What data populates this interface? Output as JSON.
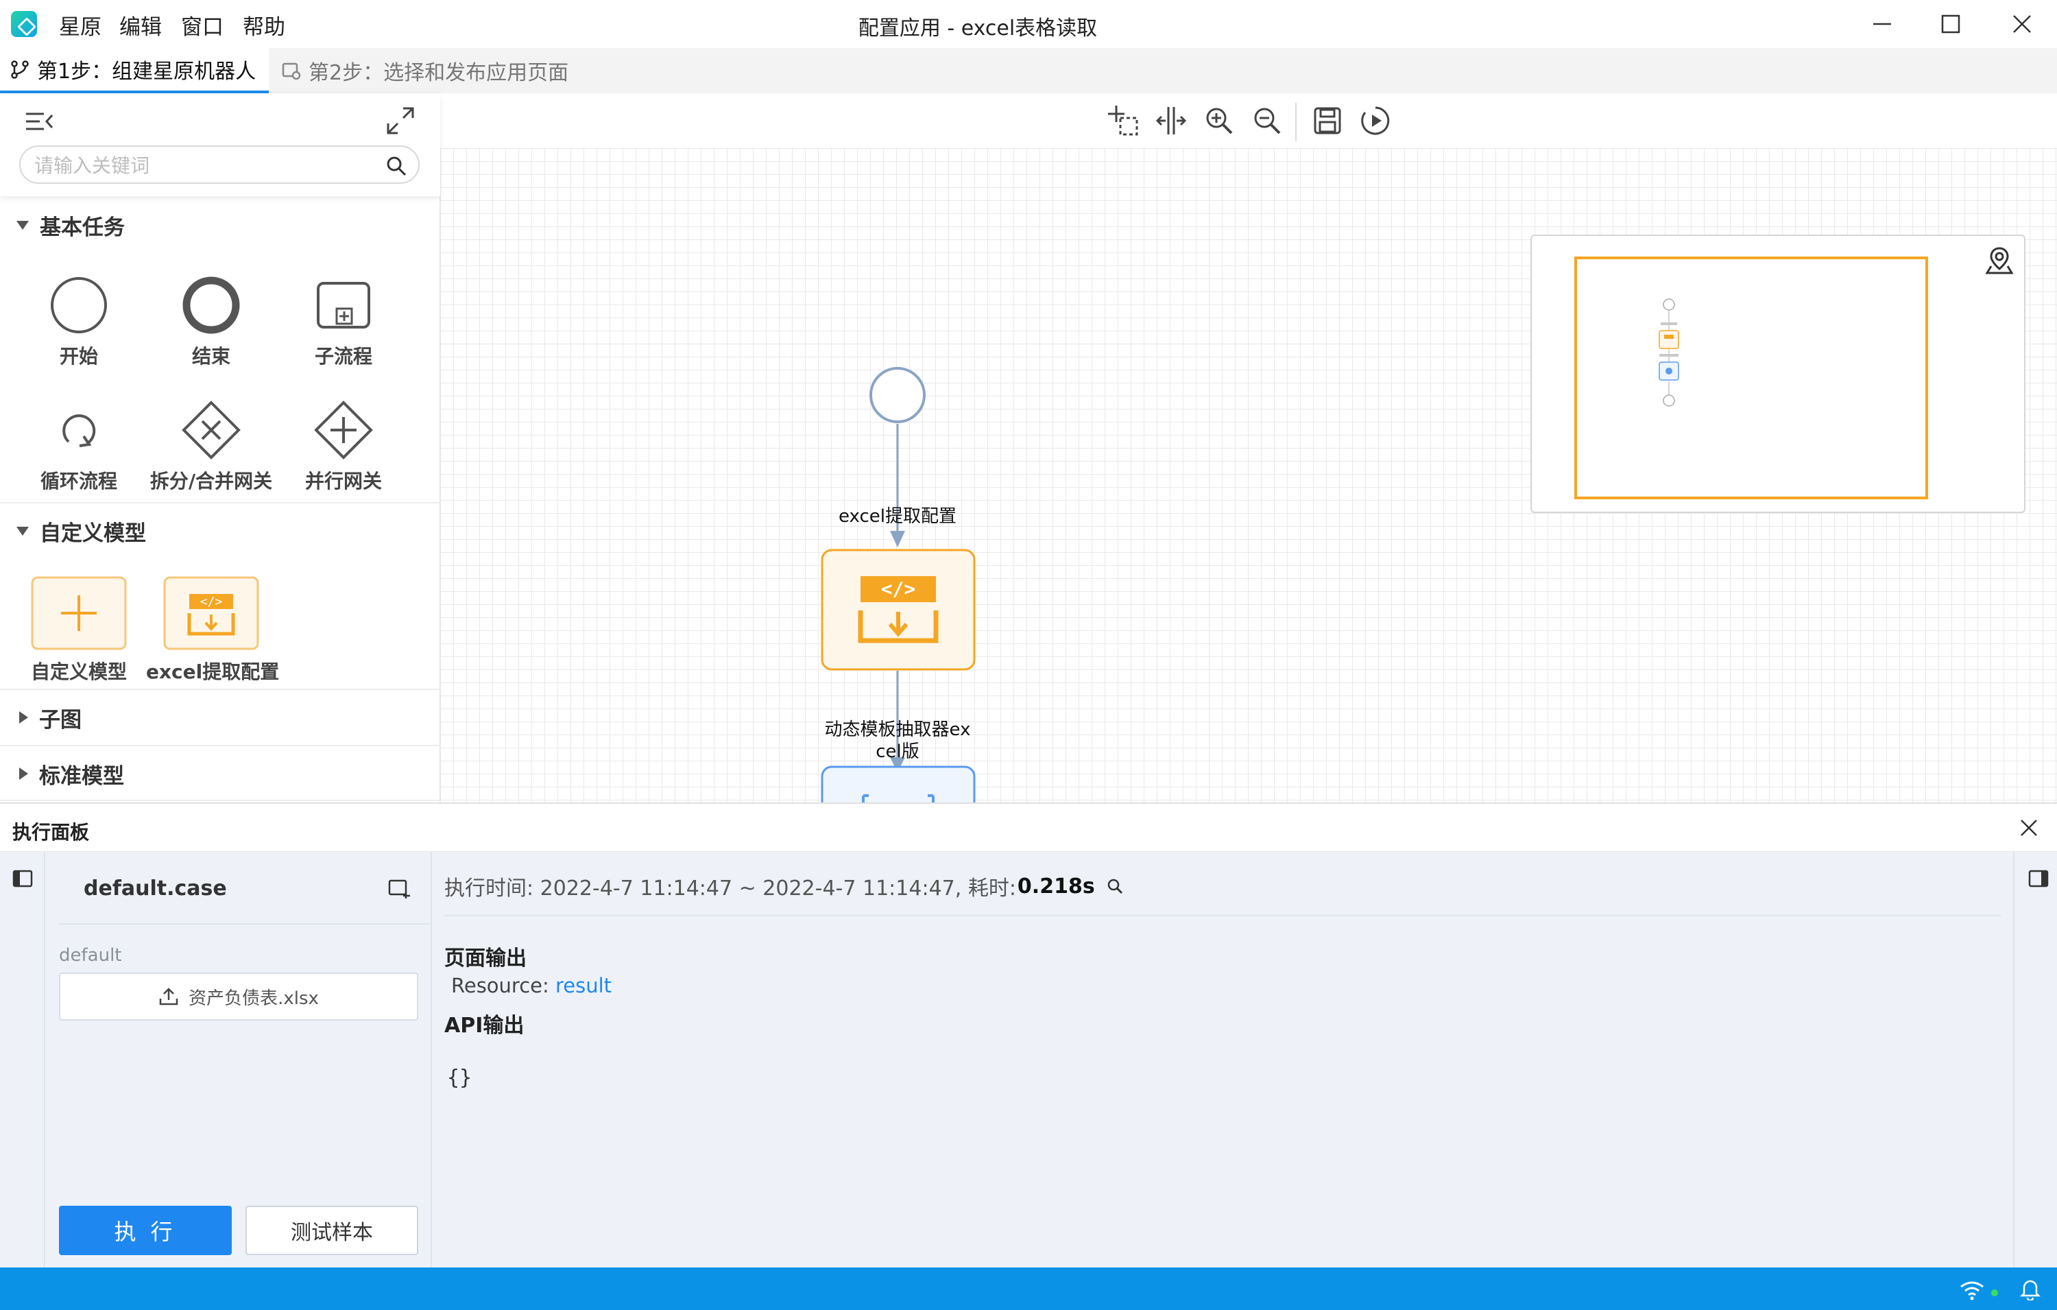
{
  "menu": {
    "items": [
      "星原",
      "编辑",
      "窗口",
      "帮助"
    ]
  },
  "window": {
    "title": "配置应用 - excel表格读取"
  },
  "steps": {
    "step1": "第1步：组建星原机器人",
    "step2": "第2步：选择和发布应用页面"
  },
  "palette": {
    "search_placeholder": "请输入关键词",
    "sections": {
      "basic": "基本任务",
      "custom": "自定义模型",
      "subgraph": "子图",
      "standard": "标准模型"
    },
    "basic_tools": [
      "开始",
      "结束",
      "子流程",
      "循环流程",
      "拆分/合并网关",
      "并行网关"
    ],
    "custom_tools": [
      "自定义模型",
      "excel提取配置"
    ]
  },
  "flow": {
    "edge1_label": "excel提取配置",
    "edge2_label_line1": "动态模板抽取器ex",
    "edge2_label_line2": "cel版"
  },
  "exec_panel": {
    "title": "执行面板",
    "case_name": "default.case",
    "group": "default",
    "file": "资产负债表.xlsx",
    "run_button": "执 行",
    "sample_button": "测试样本",
    "exec_time_prefix": "执行时间: 2022-4-7 11:14:47 ~ 2022-4-7 11:14:47, 耗时: ",
    "exec_time_value": "0.218s",
    "page_output_title": "页面输出",
    "resource_label": "Resource: ",
    "resource_value": "result",
    "api_output_title": "API输出",
    "api_json": "{}"
  },
  "colors": {
    "accent": "#1e88f0",
    "statusbar": "#0a93e6",
    "node_orange": "#f5a623",
    "node_fill": "#fff6ea"
  }
}
